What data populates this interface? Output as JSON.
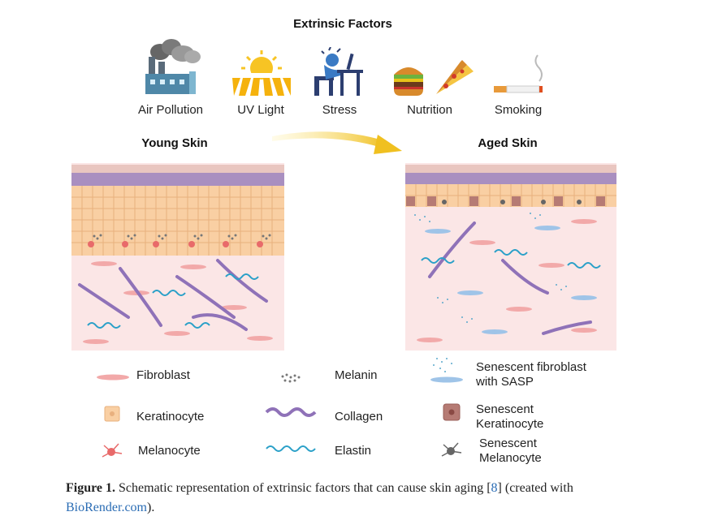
{
  "extrinsic": {
    "title": "Extrinsic Factors",
    "factors": [
      {
        "label": "Air Pollution",
        "icon": "factory-icon"
      },
      {
        "label": "UV Light",
        "icon": "sun-icon"
      },
      {
        "label": "Stress",
        "icon": "stressed-person-icon"
      },
      {
        "label": "Nutrition",
        "icon": "burger-pizza-icon"
      },
      {
        "label": "Smoking",
        "icon": "cigarette-icon"
      }
    ]
  },
  "panels": {
    "young": "Young Skin",
    "aged": "Aged Skin"
  },
  "legend": {
    "fibroblast": "Fibroblast",
    "keratinocyte": "Keratinocyte",
    "melanocyte": "Melanocyte",
    "melanin": "Melanin",
    "collagen": "Collagen",
    "elastin": "Elastin",
    "senescent_fibroblast_1": "Senescent fibroblast",
    "senescent_fibroblast_2": "with SASP",
    "senescent_keratinocyte_1": "Senescent",
    "senescent_keratinocyte_2": "Keratinocyte",
    "senescent_melanocyte_1": "Senescent",
    "senescent_melanocyte_2": "Melanocyte"
  },
  "caption": {
    "label": "Figure 1.",
    "text": "Schematic representation of extrinsic factors that can cause skin aging [",
    "ref": "8",
    "text2": "] (created with",
    "link": "BioRender.com",
    "end": ")."
  },
  "colors": {
    "keratinocyte": "#f9cfa3",
    "dermis": "#fbe6e6",
    "collagen": "#8f72b8",
    "elastin": "#2aa0c8",
    "arrow": "#f0c020"
  }
}
